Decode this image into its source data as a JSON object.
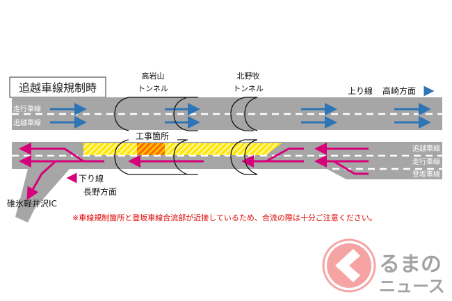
{
  "title": "追越車線規制時",
  "tunnels": [
    {
      "name_line1": "高岩山",
      "name_line2": "トンネル"
    },
    {
      "name_line1": "北野牧",
      "name_line2": "トンネル"
    }
  ],
  "up_direction": {
    "label": "上り線",
    "destination": "高崎方面"
  },
  "up_lanes": [
    "走行車線",
    "追越車線"
  ],
  "construction_label": "工事箇所",
  "down_lanes": [
    "追越車線",
    "走行車線",
    "登坂車線"
  ],
  "down_direction": {
    "label": "下り線",
    "destination": "長野方面"
  },
  "interchange": "碓氷軽井沢IC",
  "note": "※車線規制箇所と登坂車線合流部が近接しているため、合流の際は十分ご注意ください。",
  "logo": {
    "line1": "るまの",
    "line2": "ニュース"
  },
  "colors": {
    "road": "#a6a6a6",
    "up_arrow": "#2e75b6",
    "down_arrow": "#d6007a",
    "hatch_yellow": "#ffe600",
    "hatch_red": "#ff4000",
    "note": "#e00000",
    "logo": "#f59a9a"
  }
}
